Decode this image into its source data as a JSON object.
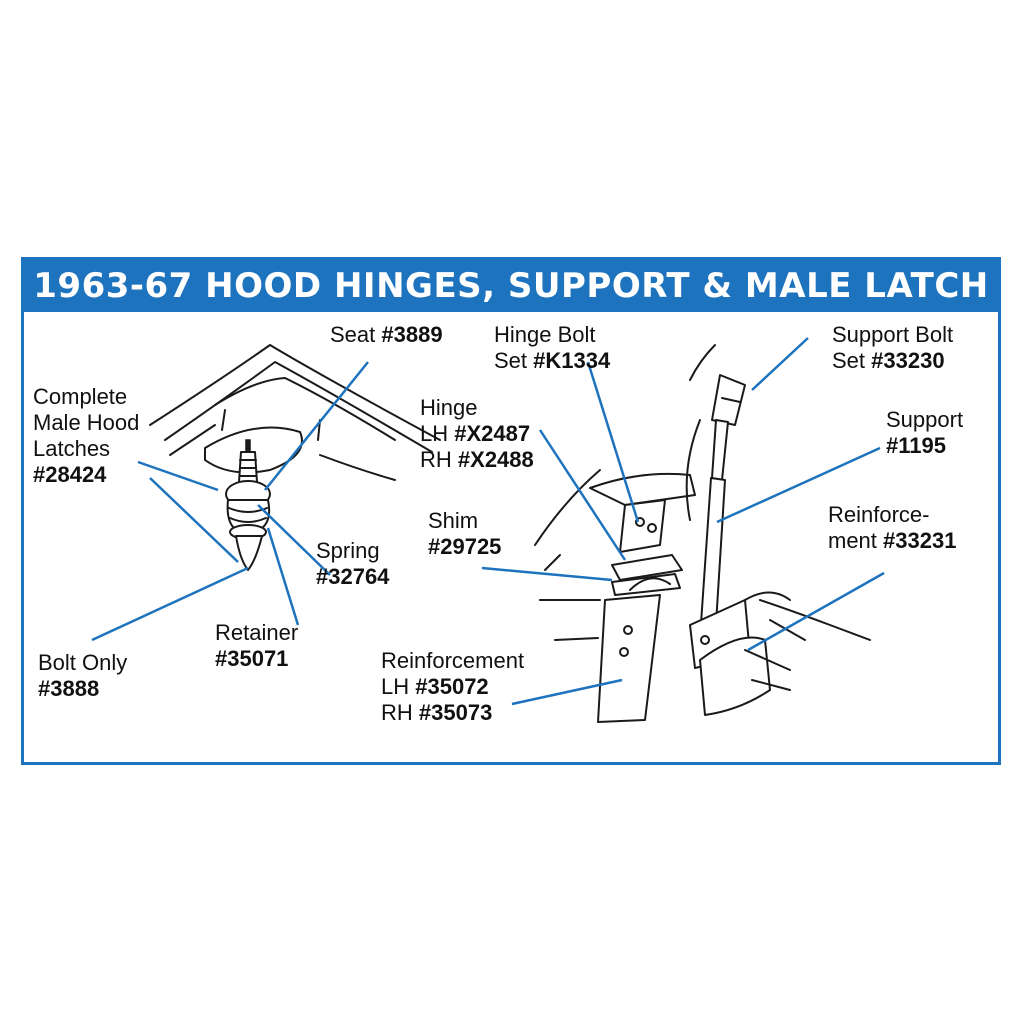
{
  "title": "1963-67 HOOD HINGES, SUPPORT & MALE LATCH",
  "colors": {
    "accent": "#1e73be",
    "ink": "#1a1a1a"
  },
  "labels": {
    "seat": {
      "lines": [
        [
          "Seat",
          "#3889"
        ]
      ]
    },
    "latches": {
      "lines": [
        [
          "Complete",
          ""
        ],
        [
          "Male Hood",
          ""
        ],
        [
          "Latches",
          ""
        ],
        [
          "",
          "#28424"
        ]
      ]
    },
    "spring": {
      "lines": [
        [
          "Spring",
          ""
        ],
        [
          "",
          "#32764"
        ]
      ]
    },
    "retainer": {
      "lines": [
        [
          "Retainer",
          ""
        ],
        [
          "",
          "#35071"
        ]
      ]
    },
    "bolt_only": {
      "lines": [
        [
          "Bolt Only",
          ""
        ],
        [
          "",
          "#3888"
        ]
      ]
    },
    "hinge_bolt": {
      "lines": [
        [
          "Hinge Bolt",
          ""
        ],
        [
          "Set",
          "#K1334"
        ]
      ]
    },
    "hinge": {
      "lines": [
        [
          "Hinge",
          ""
        ],
        [
          "LH",
          "#X2487"
        ],
        [
          "RH",
          "#X2488"
        ]
      ]
    },
    "shim": {
      "lines": [
        [
          "Shim",
          ""
        ],
        [
          "",
          "#29725"
        ]
      ]
    },
    "reinforcement": {
      "lines": [
        [
          "Reinforcement",
          ""
        ],
        [
          "LH",
          "#35072"
        ],
        [
          "RH",
          "#35073"
        ]
      ]
    },
    "support_bolt": {
      "lines": [
        [
          "Support Bolt",
          ""
        ],
        [
          "Set",
          "#33230"
        ]
      ]
    },
    "support": {
      "lines": [
        [
          "Support",
          ""
        ],
        [
          "",
          "#1195"
        ]
      ]
    },
    "reinforcement2": {
      "lines": [
        [
          "Reinforce-",
          ""
        ],
        [
          "ment",
          "#33231"
        ]
      ]
    }
  }
}
